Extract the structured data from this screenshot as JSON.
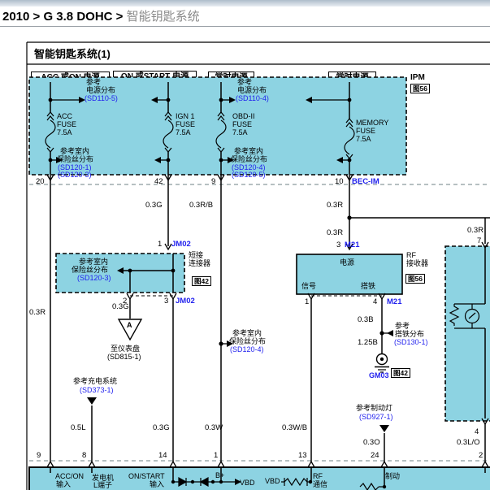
{
  "header": {
    "breadcrumb_path": "2010 > G 3.8 DOHC > ",
    "breadcrumb_current": "智能钥匙系统"
  },
  "diagram": {
    "title": "智能钥匙系统(1)",
    "power_labels": [
      "ACC 或ON 电源",
      "ON 或START 电源",
      "常时电源",
      "常时电源"
    ],
    "colors": {
      "module_fill": "#8dd3e2",
      "ref_blue": "#2222ee"
    },
    "ipm": {
      "name": "IPM",
      "fig": "图56",
      "ref1": {
        "l1": "参考",
        "l2": "电源分布",
        "sd": "(SD110-5)"
      },
      "ref2": {
        "l1": "参考",
        "l2": "电源分布",
        "sd": "(SD110-4)"
      },
      "fuse1": {
        "l1": "ACC",
        "l2": "FUSE",
        "l3": "7.5A"
      },
      "fuse2": {
        "l1": "IGN 1",
        "l2": "FUSE",
        "l3": "7.5A"
      },
      "fuse3": {
        "l1": "OBD-II",
        "l2": "FUSE",
        "l3": "7.5A"
      },
      "fuse4": {
        "l1": "MEMORY",
        "l2": "FUSE",
        "l3": "7.5A"
      },
      "fref1": {
        "l1": "参考室内",
        "l2": "保险丝分布",
        "sd1": "(SD120-1)",
        "sd2": "(SD120-3)"
      },
      "fref2": {
        "l1": "参考室内",
        "l2": "保险丝分布",
        "sd1": "(SD120-4)",
        "sd2": "(SD120-5)"
      }
    },
    "pins_top": {
      "p1": "20",
      "p2": "42",
      "p3": "9",
      "p4": "10",
      "conn": "BEC-IM"
    },
    "wires": {
      "g_top": "0.3G",
      "rb": "0.3R/B",
      "r_d1": "0.3R",
      "r_d2": "0.3R",
      "r_right": "0.3R",
      "r_a": "0.3R",
      "g_jm": "0.3G",
      "l5": "0.5L",
      "g_bot": "0.3G",
      "w": "0.3W",
      "wb": "0.3W/B",
      "b3": "0.3B",
      "b125": "1.25B",
      "o3": "0.3O",
      "lo": "0.3L/O"
    },
    "jm02": {
      "pin_top": "1",
      "conn": "JM02",
      "ref": {
        "l1": "参考室内",
        "l2": "保险丝分布",
        "sd": "(SD120-3)"
      },
      "name_l1": "短接",
      "name_l2": "连接器",
      "fig": "图42",
      "pin2": "2",
      "pin3": "3",
      "conn2": "JM02"
    },
    "cluster": {
      "sym": "A",
      "l1": "至仪表盘",
      "l2": "(SD815-1)"
    },
    "charge": {
      "l1": "参考充电系统",
      "sd": "(SD373-1)"
    },
    "midref": {
      "l1": "参考室内",
      "l2": "保险丝分布",
      "sd": "(SD120-4)"
    },
    "m21": {
      "pin_top": "3",
      "conn": "M21",
      "top": "电源",
      "bl": "信号",
      "br": "搭铁",
      "name_l1": "RF",
      "name_l2": "接收器",
      "fig": "图56",
      "pin_bl": "1",
      "pin_br": "4",
      "conn2": "M21"
    },
    "groundref": {
      "l1": "参考",
      "l2": "搭铁分布",
      "sd": "(SD130-1)"
    },
    "ground": {
      "name": "GM03",
      "fig": "图42"
    },
    "brake": {
      "l1": "参考制动灯",
      "sd": "(SD927-1)"
    },
    "right_pins": {
      "p7": "7",
      "p4": "4",
      "p2": "2"
    },
    "pins_bottom": {
      "p9": "9",
      "p8": "8",
      "p14": "14",
      "p1": "1",
      "p13": "13",
      "p24": "24"
    },
    "bottom_box": {
      "acc_l1": "ACC/ON",
      "acc_l2": "输入",
      "gen_l1": "发电机",
      "gen_l2": "L端子",
      "onstart_l1": "ON/START",
      "onstart_l2": "输入",
      "bplus": "B+",
      "vbd1": "VBD",
      "vbd2": "VBD",
      "rf_l1": "RF",
      "rf_l2": "通信",
      "brake": "制动"
    }
  }
}
